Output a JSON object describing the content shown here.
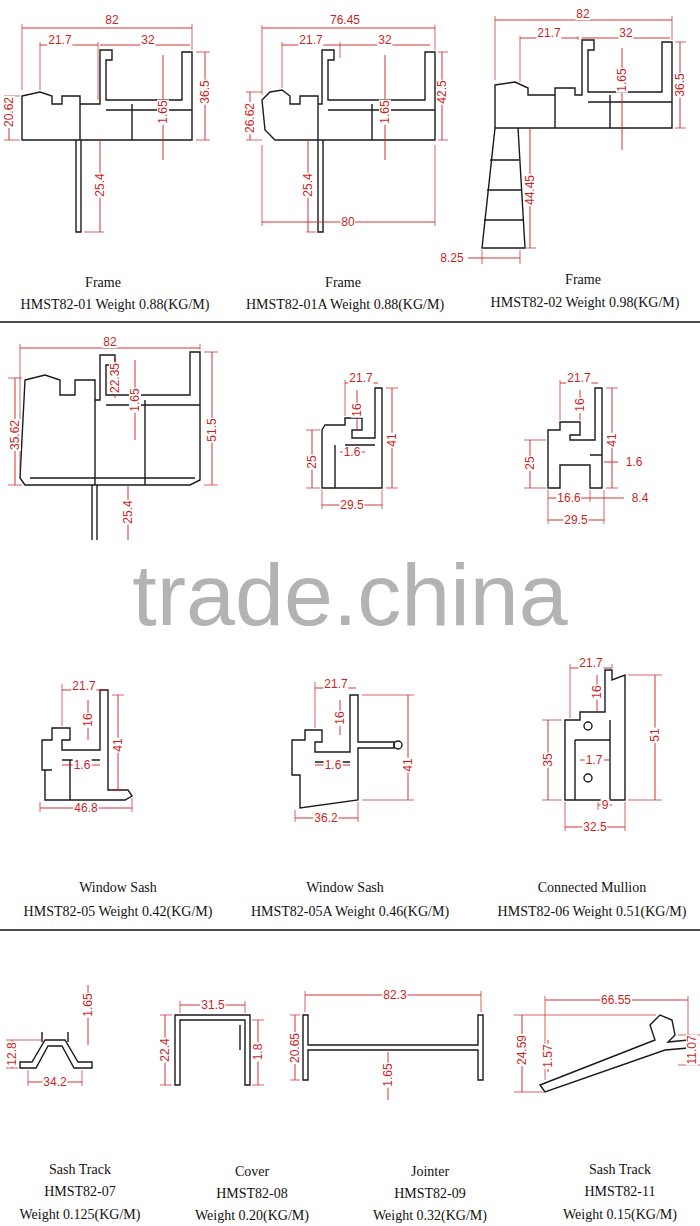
{
  "diagram": {
    "labels": [
      "82",
      "21.7",
      "32",
      "1.65",
      "20.62",
      "36.5",
      "25.4",
      "Frame",
      "HMST82-01 Weight 0.88(KG/M)",
      "76.45",
      "21.7",
      "32",
      "1.65",
      "26.62",
      "42.5",
      "25.4",
      "80",
      "Frame",
      "HMST82-01A Weight 0.88(KG/M)",
      "82",
      "21.7",
      "32",
      "1.65",
      "36.5",
      "44.45",
      "8.25",
      "Frame",
      "HMST82-02 Weight 0.98(KG/M)",
      "82",
      "22.35",
      "1.65",
      "35.62",
      "51.5",
      "25.4",
      "21.7",
      "16",
      "41",
      "25",
      "1.6",
      "29.5",
      "21.7",
      "16",
      "41",
      "25",
      "1.6",
      "16.6",
      "8.4",
      "29.5",
      "trade.china",
      "21.7",
      "16",
      "41",
      "1.6",
      "46.8",
      "Window Sash",
      "HMST82-05 Weight 0.42(KG/M)",
      "21.7",
      "16",
      "41",
      "1.6",
      "36.2",
      "Window Sash",
      "HMST82-05A Weight 0.46(KG/M)",
      "21.7",
      "16",
      "35",
      "51",
      "1.7",
      "9",
      "32.5",
      "Connected Mullion",
      "HMST82-06 Weight 0.51(KG/M)",
      "1.65",
      "12.8",
      "34.2",
      "Sash Track",
      "HMST82-07",
      "Weight 0.125(KG/M)",
      "31.5",
      "22.4",
      "1.8",
      "Cover",
      "HMST82-08",
      "Weight 0.20(KG/M)",
      "82.3",
      "20.65",
      "1.65",
      "Jointer",
      "HMST82-09",
      "Weight 0.32(KG/M)",
      "66.55",
      "24.59",
      "1.57",
      "11.07",
      "Sash Track",
      "HMST82-11",
      "Weight 0.15(KG/M)"
    ]
  }
}
